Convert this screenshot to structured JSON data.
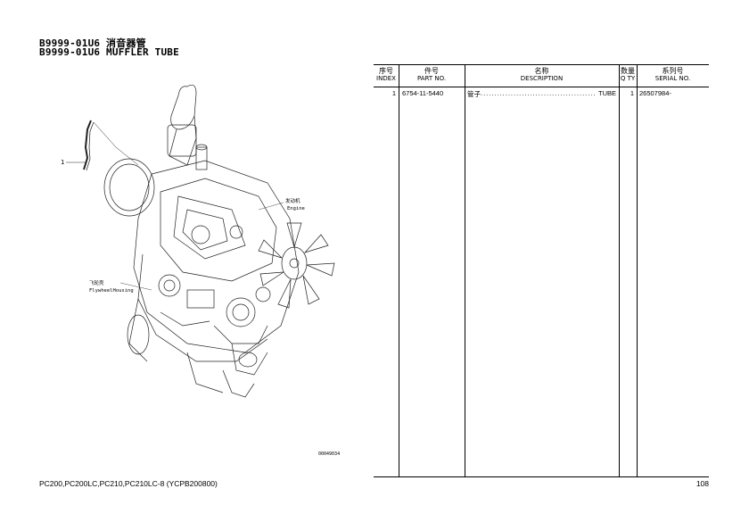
{
  "header": {
    "title_cn": "B9999-01U6 消音器管",
    "title_en": "B9999-01U6 MUFFLER TUBE"
  },
  "table": {
    "columns": [
      {
        "cn": "序号",
        "en": "INDEX"
      },
      {
        "cn": "件号",
        "en": "PART NO."
      },
      {
        "cn": "名称",
        "en": "DESCRIPTION"
      },
      {
        "cn": "数量",
        "en": "Q TY"
      },
      {
        "cn": "系列号",
        "en": "SERIAL NO."
      }
    ],
    "rows": [
      {
        "index": "1",
        "part_no": "6754-11-5440",
        "desc_cn": "管子",
        "desc_en": "TUBE",
        "qty": "1",
        "serial": "26507984-"
      }
    ]
  },
  "drawing": {
    "callout_1": "1",
    "engine_cn": "发动机",
    "engine_en": "Engine",
    "flywheel_cn": "飞轮壳",
    "flywheel_en": "FlywheelHousing",
    "drawing_no": "00049034"
  },
  "footer": {
    "models": "PC200,PC200LC,PC210,PC210LC-8 (YCPB200800)",
    "page": "108"
  }
}
